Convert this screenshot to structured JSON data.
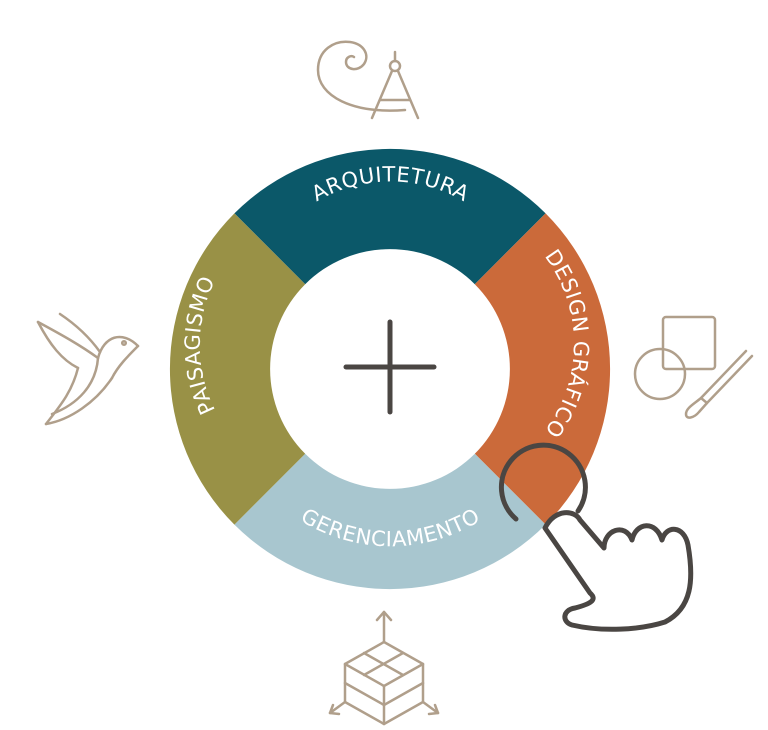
{
  "segments": [
    {
      "id": "arquitetura",
      "label": "ARQUITETURA",
      "color": "#0b5869"
    },
    {
      "id": "design",
      "label": "DESIGN GRÁFICO",
      "color": "#cb6a3a"
    },
    {
      "id": "gerenciamento",
      "label": "GERENCIAMENTO",
      "color": "#a8c6cf"
    },
    {
      "id": "paisagismo",
      "label": "PAISAGISMO",
      "color": "#999146"
    }
  ],
  "center_icon": "plus-icon",
  "center_color": "#4a4643",
  "icon_color": "#b09f8b",
  "hand_color": "#4a4643",
  "icons": {
    "top": "golden-spiral-compass-icon",
    "right": "shapes-paintbrush-icon",
    "bottom": "cube-arrows-icon",
    "left": "hummingbird-icon",
    "pointer": "pointing-hand-icon"
  }
}
